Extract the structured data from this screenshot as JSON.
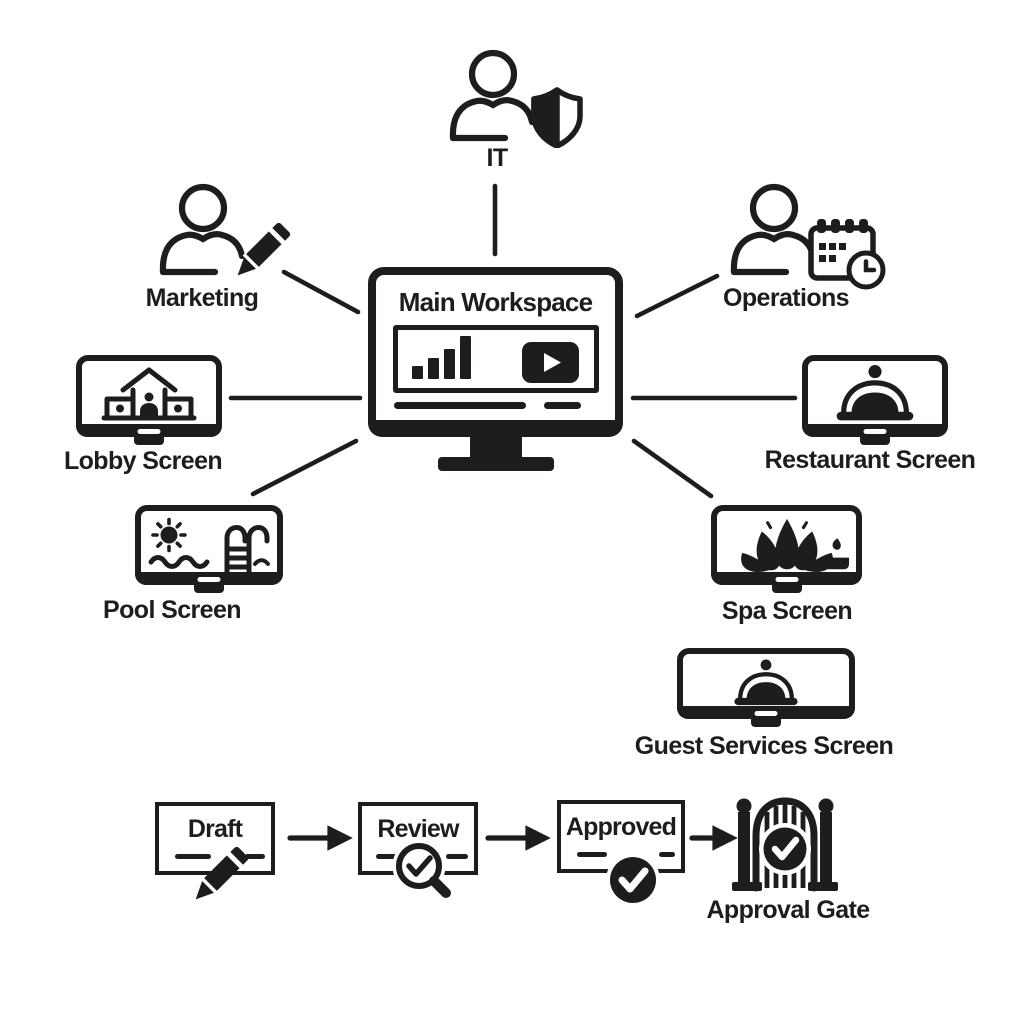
{
  "diagram": {
    "center": {
      "id": "main_workspace",
      "label": "Main Workspace",
      "icon": "monitor-dashboard-icon",
      "content_icons": [
        "bar-chart-icon",
        "play-button-icon"
      ]
    },
    "actors": [
      {
        "id": "it",
        "label": "IT",
        "icon": "person-shield-icon"
      },
      {
        "id": "marketing",
        "label": "Marketing",
        "icon": "person-pencil-icon"
      },
      {
        "id": "operations",
        "label": "Operations",
        "icon": "person-calendar-clock-icon"
      }
    ],
    "screens": [
      {
        "id": "lobby",
        "label": "Lobby Screen",
        "icon": "hotel-building-icon"
      },
      {
        "id": "restaurant",
        "label": "Restaurant Screen",
        "icon": "cloche-icon"
      },
      {
        "id": "pool",
        "label": "Pool Screen",
        "icon": "sun-pool-ladder-icon"
      },
      {
        "id": "spa",
        "label": "Spa Screen",
        "icon": "lotus-candle-icon"
      },
      {
        "id": "guest_services",
        "label": "Guest Services Screen",
        "icon": "cloche-icon"
      }
    ],
    "connections": [
      {
        "from": "it",
        "to": "main_workspace"
      },
      {
        "from": "marketing",
        "to": "main_workspace"
      },
      {
        "from": "operations",
        "to": "main_workspace"
      },
      {
        "from": "lobby",
        "to": "main_workspace"
      },
      {
        "from": "restaurant",
        "to": "main_workspace"
      },
      {
        "from": "pool",
        "to": "main_workspace"
      },
      {
        "from": "spa",
        "to": "main_workspace"
      }
    ],
    "workflow": {
      "steps": [
        {
          "id": "draft",
          "label": "Draft",
          "icon": "pencil-icon"
        },
        {
          "id": "review",
          "label": "Review",
          "icon": "magnifier-check-icon"
        },
        {
          "id": "approved",
          "label": "Approved",
          "icon": "check-circle-icon"
        }
      ],
      "gate": {
        "id": "approval_gate",
        "label": "Approval Gate",
        "icon": "gate-check-icon"
      }
    },
    "colors": {
      "ink": "#1e1c1c",
      "background": "#ffffff"
    }
  }
}
